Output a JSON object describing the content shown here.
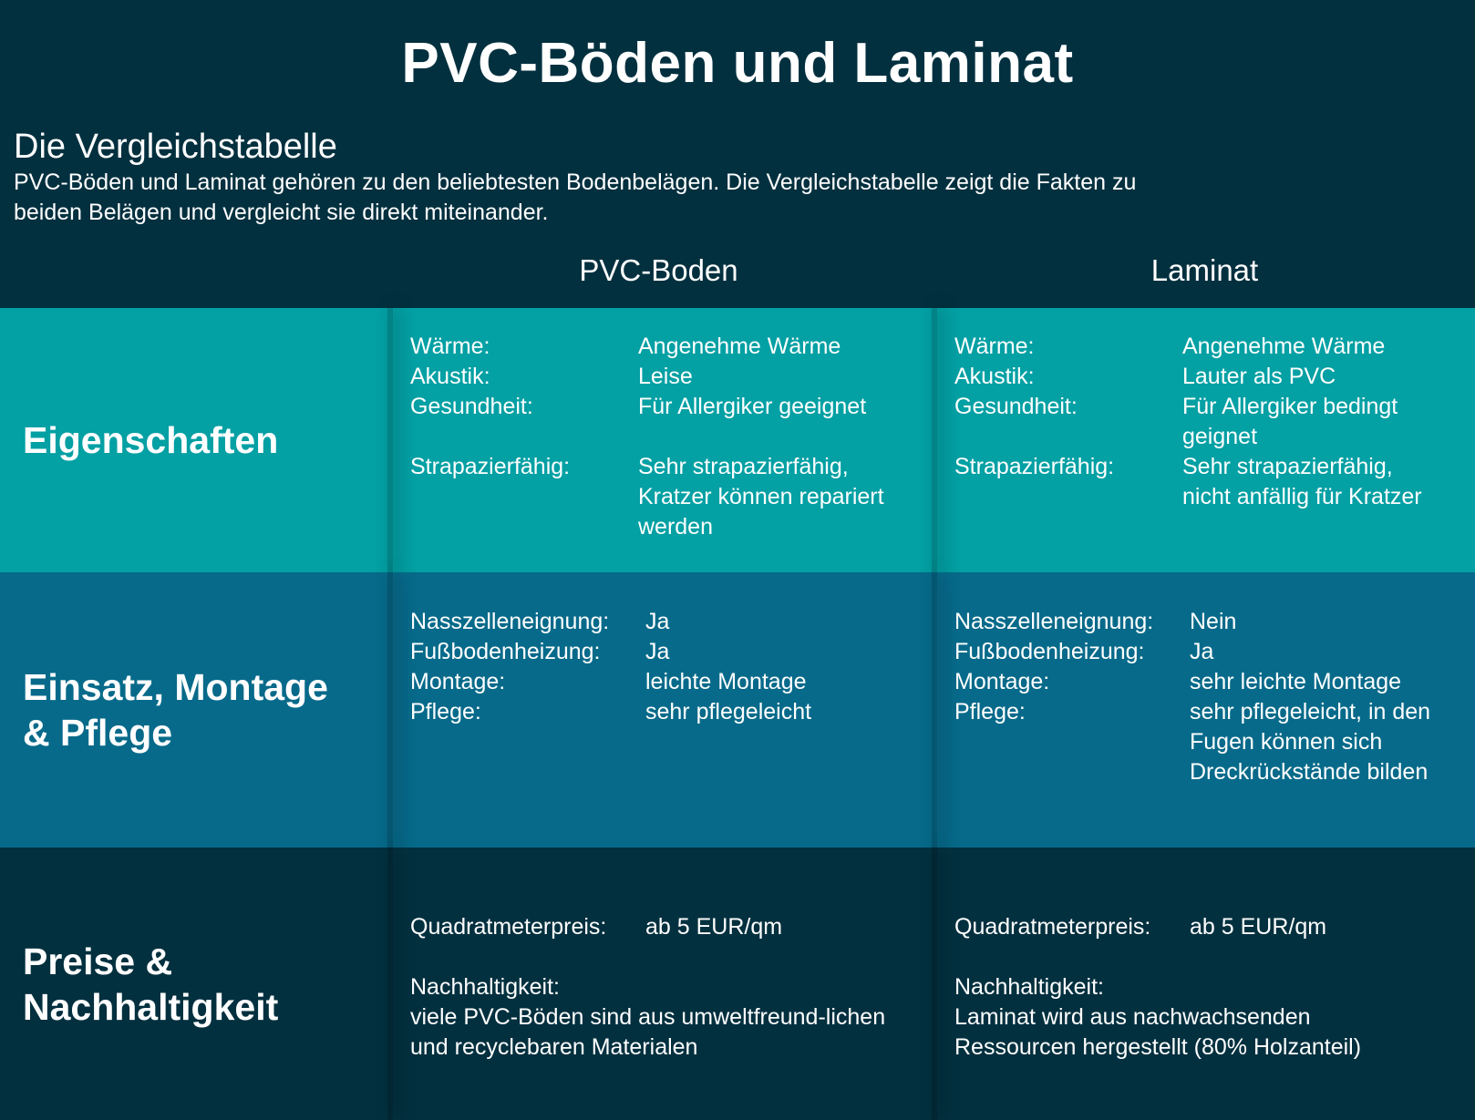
{
  "title": "PVC-Böden und Laminat",
  "subtitle": "Die Vergleichstabelle",
  "intro": "PVC-Böden und Laminat gehören zu den beliebtesten Bodenbelägen. Die Vergleichstabelle zeigt die Fakten zu beiden Belägen und vergleicht sie direkt miteinander.",
  "columns": {
    "pvc": "PVC-Boden",
    "laminat": "Laminat"
  },
  "colors": {
    "background": "#03303f",
    "row1": "#03a0a4",
    "row2": "#076a8a",
    "row3": "#03303f"
  },
  "rows": {
    "eigenschaften": {
      "label": "Eigenschaften",
      "pvc": {
        "waerme": {
          "k": "Wärme:",
          "v": "Angenehme Wärme"
        },
        "akustik": {
          "k": "Akustik:",
          "v": "Leise"
        },
        "gesundheit": {
          "k": "Gesundheit:",
          "v": "Für Allergiker geeignet"
        },
        "strapazier": {
          "k": "Strapazierfähig:",
          "v": "Sehr strapazierfähig, Kratzer können repariert werden"
        }
      },
      "laminat": {
        "waerme": {
          "k": "Wärme:",
          "v": "Angenehme Wärme"
        },
        "akustik": {
          "k": "Akustik:",
          "v": "Lauter als PVC"
        },
        "gesundheit": {
          "k": "Gesundheit:",
          "v": "Für Allergiker bedingt geignet"
        },
        "strapazier": {
          "k": "Strapazierfähig:",
          "v": "Sehr strapazierfähig, nicht anfällig für Kratzer"
        }
      }
    },
    "einsatz": {
      "label": "Einsatz, Montage & Pflege",
      "pvc": {
        "nass": {
          "k": "Nasszelleneignung:",
          "v": "Ja"
        },
        "heizung": {
          "k": "Fußbodenheizung:",
          "v": "Ja"
        },
        "montage": {
          "k": "Montage:",
          "v": "leichte Montage"
        },
        "pflege": {
          "k": "Pflege:",
          "v": "sehr pflegeleicht"
        }
      },
      "laminat": {
        "nass": {
          "k": "Nasszelleneignung:",
          "v": "Nein"
        },
        "heizung": {
          "k": "Fußbodenheizung:",
          "v": "Ja"
        },
        "montage": {
          "k": "Montage:",
          "v": "sehr leichte Montage"
        },
        "pflege": {
          "k": "Pflege:",
          "v": "sehr pflegeleicht, in den Fugen können sich Dreckrückstände bilden"
        }
      }
    },
    "preise": {
      "label": "Preise & Nachhaltigkeit",
      "pvc": {
        "preis": {
          "k": "Quadratmeterpreis:",
          "v": "ab 5 EUR/qm"
        },
        "nachhaltigkeit_label": "Nachhaltigkeit:",
        "nachhaltigkeit_text": "viele PVC-Böden sind aus umweltfreund-lichen und recyclebaren Materialen"
      },
      "laminat": {
        "preis": {
          "k": "Quadratmeterpreis:",
          "v": "ab 5 EUR/qm"
        },
        "nachhaltigkeit_label": "Nachhaltigkeit:",
        "nachhaltigkeit_text": "Laminat wird aus nachwachsenden Ressourcen hergestellt (80% Holzanteil)"
      }
    }
  }
}
